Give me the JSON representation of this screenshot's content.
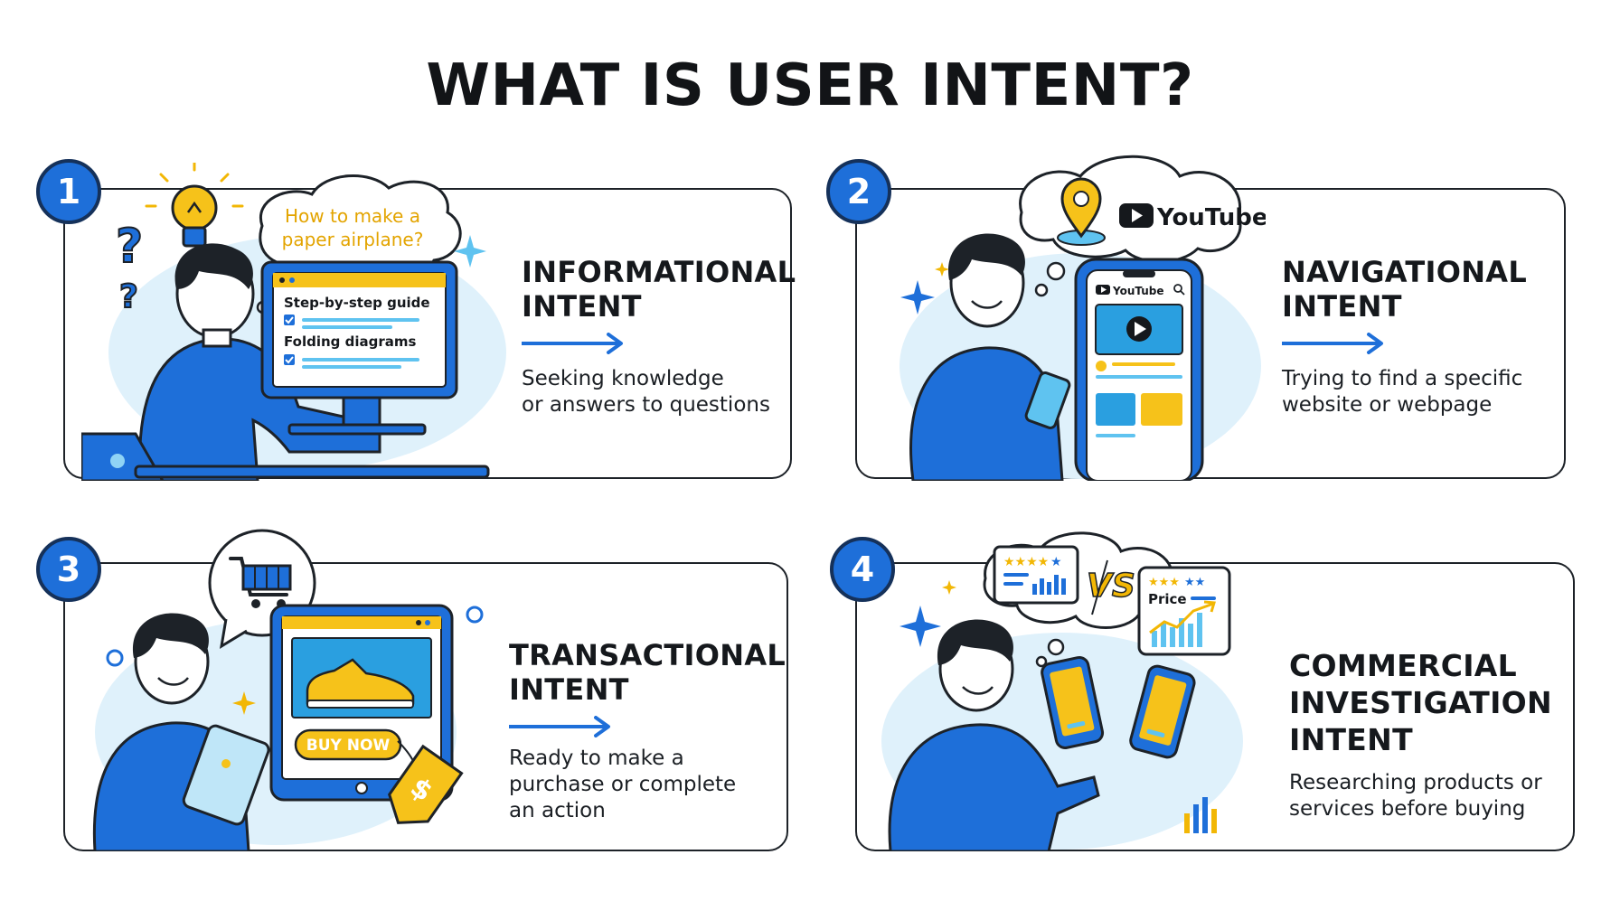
{
  "title": "WHAT IS USER INTENT?",
  "colors": {
    "blue": "#1e6fd9",
    "light_blue": "#dff1fb",
    "yellow": "#f2b705",
    "ink": "#15181c"
  },
  "cards": [
    {
      "number": "1",
      "heading_line1": "INFORMATIONAL",
      "heading_line2": "INTENT",
      "description_line1": "Seeking knowledge",
      "description_line2": "or answers to questions",
      "thought_line1": "How to make a",
      "thought_line2": "paper airplane?",
      "screen_item1": "Step-by-step guide",
      "screen_item2": "Folding diagrams",
      "icons": [
        "lightbulb-icon",
        "question-mark-icon",
        "checkbox-icon"
      ]
    },
    {
      "number": "2",
      "heading_line1": "NAVIGATIONAL",
      "heading_line2": "INTENT",
      "description_line1": "Trying to find a specific",
      "description_line2": "website or webpage",
      "brand": "YouTube",
      "icons": [
        "map-pin-icon",
        "youtube-logo-icon",
        "play-icon",
        "search-icon"
      ]
    },
    {
      "number": "3",
      "heading_line1": "TRANSACTIONAL",
      "heading_line2": "INTENT",
      "description_line1": "Ready to make a",
      "description_line2": "purchase or complete",
      "description_line3": "an action",
      "buy_button": "BUY NOW",
      "icons": [
        "shopping-cart-icon",
        "sneaker-icon",
        "price-tag-icon"
      ]
    },
    {
      "number": "4",
      "heading_line1": "COMMERCIAL",
      "heading_line2": "INVESTIGATION",
      "heading_line3": "INTENT",
      "description_line1": "Researching products or",
      "description_line2": "services before buying",
      "versus": "VS",
      "price_label": "Price",
      "icons": [
        "star-rating-icon",
        "bar-chart-icon",
        "smartphone-icon"
      ]
    }
  ]
}
